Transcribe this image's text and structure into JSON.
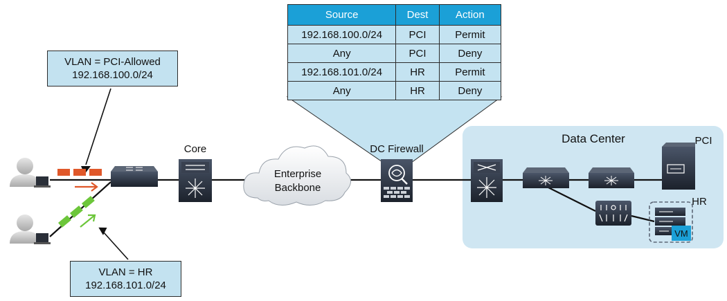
{
  "acl_table": {
    "headers": [
      "Source",
      "Dest",
      "Action"
    ],
    "rows": [
      [
        "192.168.100.0/24",
        "PCI",
        "Permit"
      ],
      [
        "Any",
        "PCI",
        "Deny"
      ],
      [
        "192.168.101.0/24",
        "HR",
        "Permit"
      ],
      [
        "Any",
        "HR",
        "Deny"
      ]
    ]
  },
  "callouts": {
    "pci_vlan": {
      "line1": "VLAN = PCI-Allowed",
      "line2": "192.168.100.0/24"
    },
    "hr_vlan": {
      "line1": "VLAN = HR",
      "line2": "192.168.101.0/24"
    }
  },
  "labels": {
    "core": "Core",
    "backbone_line1": "Enterprise",
    "backbone_line2": "Backbone",
    "firewall": "DC Firewall",
    "data_center": "Data Center",
    "pci": "PCI",
    "hr": "HR",
    "vm": "VM"
  },
  "colors": {
    "pci_vlan": "#e0582a",
    "hr_vlan": "#6cc63a",
    "table_header": "#1ba0d7",
    "table_cell": "#c4e3f1",
    "data_center_bg": "#cfe6f2",
    "device": "#232a36",
    "vm_badge": "#1ba0d7"
  }
}
